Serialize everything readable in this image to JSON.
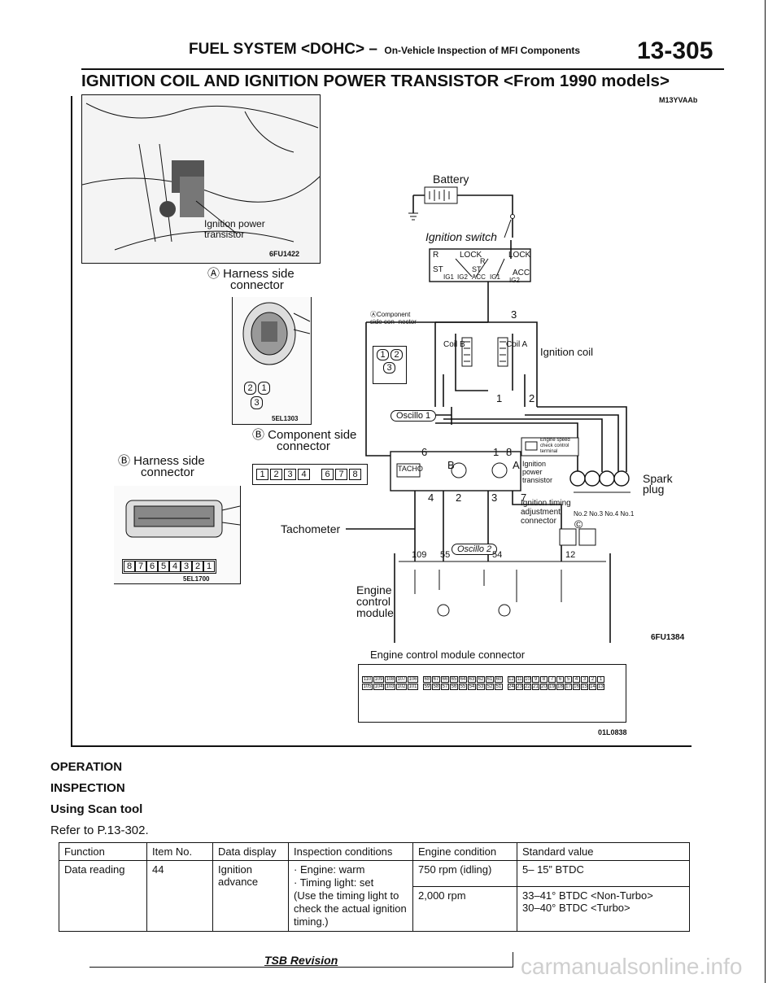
{
  "header": {
    "system": "FUEL SYSTEM <DOHC> –",
    "subsection": "On-Vehicle Inspection of MFI Components",
    "page": "13-305",
    "title": "IGNITION COIL AND IGNITION POWER TRANSISTOR <From 1990 models>",
    "code": "M13YVAAb"
  },
  "photo": {
    "label": "Ignition power transistor",
    "code": "6FU1422"
  },
  "harness_a": {
    "label": "Ⓐ Harness side",
    "label2": "connector",
    "pins": [
      "2",
      "1",
      "3"
    ],
    "code": "5EL1303"
  },
  "harness_b": {
    "label": "Ⓑ Harness side",
    "label2": "connector",
    "pins": [
      "8",
      "7",
      "6",
      "5",
      "4",
      "3",
      "2",
      "1"
    ],
    "code": "5EL1700"
  },
  "comp_b": {
    "label": "Ⓑ Component side",
    "label2": "connector",
    "pins": [
      "1",
      "2",
      "3",
      "4",
      "6",
      "7",
      "8"
    ]
  },
  "diagram": {
    "battery": "Battery",
    "ignition_switch": "Ignition switch",
    "switch_labels": [
      "R",
      "LOCK",
      "LOCK",
      "ST",
      "R",
      "ACC",
      "ST",
      "IG1",
      "IG2",
      "ACC",
      "IG1",
      "IG2"
    ],
    "comp_a": "ⒶComponent side con- nector",
    "comp_a_pins": [
      "1",
      "2",
      "3"
    ],
    "coil_b": "Coil B",
    "coil_a": "Coil A",
    "ignition_coil": "Ignition coil",
    "oscillo1": "Oscillo 1",
    "oscillo2": "Oscillo 2",
    "tacho": "TACHO",
    "power_transistor": "Ignition power transistor",
    "engine_speed": "Engine speed check control terminal",
    "spark_plug": "Spark plug",
    "plug_nos": "No.2 No.3 No.4 No.1",
    "timing_connector": "Ignition timing adjustment connector",
    "timing_mark": "©",
    "tachometer": "Tachometer",
    "ecm": "Engine control module",
    "ecm_pins": [
      "109",
      "55",
      "54",
      "12"
    ],
    "pin_nums": [
      "3",
      "1",
      "2",
      "6",
      "1",
      "8",
      "B",
      "A",
      "4",
      "2",
      "3",
      "7"
    ],
    "code": "6FU1384"
  },
  "ecm_connector": {
    "label": "Engine control module connector",
    "code": "01L0838",
    "group1_top": [
      "110",
      "109",
      "108",
      "107",
      "106",
      "105",
      "104",
      "103",
      "102",
      "101"
    ],
    "group1_bot": [
      "105",
      "104",
      "103",
      "102",
      "101"
    ],
    "group2_top": [
      "68",
      "67",
      "66",
      "65",
      "64",
      "63",
      "62",
      "61",
      "60"
    ],
    "group2_bot": [
      "59",
      "58",
      "57",
      "56",
      "55",
      "54",
      "53",
      "52",
      "51"
    ],
    "group3_top": [
      "12",
      "11",
      "10",
      "9",
      "8",
      "7",
      "6",
      "5",
      "4",
      "3",
      "2",
      "1"
    ],
    "group3_bot": [
      "24",
      "23",
      "22",
      "21",
      "20",
      "19",
      "18",
      "17",
      "16",
      "15",
      "14",
      "13"
    ]
  },
  "operation": {
    "heading": "OPERATION",
    "inspection": "INSPECTION",
    "scan": "Using Scan tool",
    "refer": "Refer to P.13-302."
  },
  "table": {
    "headers": [
      "Function",
      "Item No.",
      "Data display",
      "Inspection conditions",
      "Engine condition",
      "Standard value"
    ],
    "function": "Data reading",
    "item": "44",
    "display": "Ignition advance",
    "conditions": [
      "· Engine: warm",
      "· Timing light: set",
      "(Use the timing light to check the actual ignition timing.)"
    ],
    "engine_conditions": [
      "750 rpm (idling)",
      "2,000 rpm"
    ],
    "standard_values": [
      "5– 15” BTDC",
      "33–41° BTDC <Non-Turbo>",
      "30–40° BTDC <Turbo>"
    ]
  },
  "footer": {
    "tsb": "TSB Revision",
    "watermark": "carmanualsonline.info"
  }
}
